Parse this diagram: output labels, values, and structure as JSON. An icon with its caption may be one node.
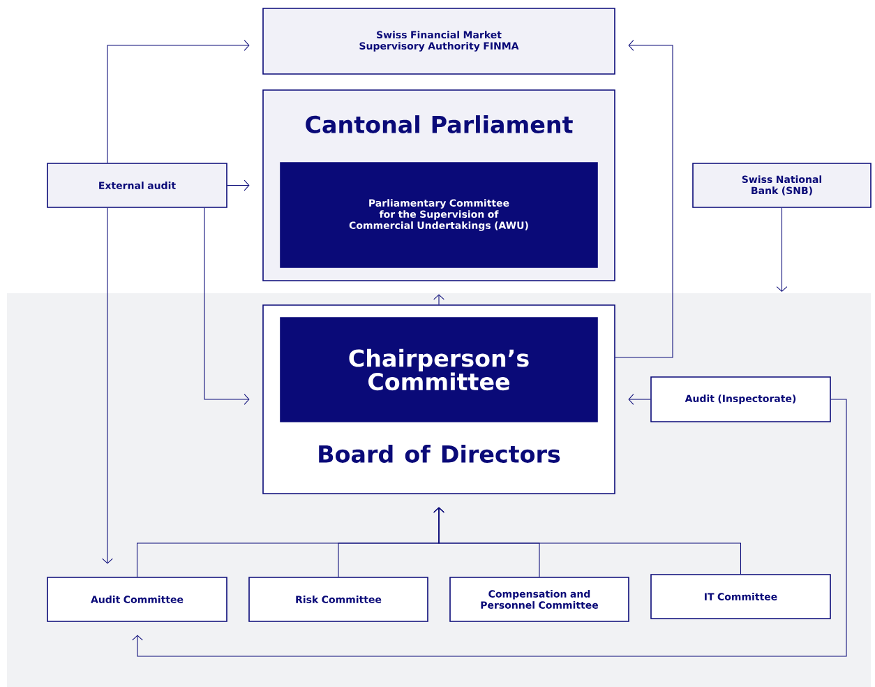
{
  "diagram": {
    "nodes": [
      {
        "text": [
          "Swiss Financial Market Supervisory Authority FINMA"
        ]
      },
      {
        "text": [
          "Cantonal Parliament"
        ]
      },
      {
        "text": [
          "Parliamentary Committee for the Supervision of Commercial Undertakings (AWU)"
        ],
        "in": 1
      },
      {
        "text": [
          "External audit"
        ]
      },
      {
        "text": [
          "Swiss National Bank (SNB)"
        ]
      },
      {
        "text": [
          "Board of Directors"
        ]
      },
      {
        "text": [
          "Chairperson’s Committee"
        ],
        "in": 5
      },
      {
        "text": [
          "Audit (Inspectorate)"
        ]
      },
      {
        "text": [
          "Audit Committee"
        ]
      },
      {
        "text": [
          "Risk Committee"
        ]
      },
      {
        "text": [
          "Compensation and Personnel Committee"
        ]
      },
      {
        "text": [
          "IT Committee"
        ]
      }
    ],
    "edges": [
      {
        "from": 3,
        "to": 0,
        "arrow": "to"
      },
      {
        "from": 3,
        "to": 1,
        "arrow": "to"
      },
      {
        "from": 3,
        "to": 5,
        "arrow": "to"
      },
      {
        "from": 3,
        "to": 8,
        "arrow": "to"
      },
      {
        "from": 5,
        "to": 0,
        "arrow": "to"
      },
      {
        "from": 4,
        "to": null,
        "arrow": "to"
      },
      {
        "from": 5,
        "to": 1,
        "arrow": "to"
      },
      {
        "from": 7,
        "to": 5,
        "arrow": "to"
      },
      {
        "from": 7,
        "to": 8,
        "arrow": "to"
      },
      {
        "from": 8,
        "to": 5,
        "arrow": "to"
      },
      {
        "from": 9,
        "to": 5,
        "arrow": "to"
      },
      {
        "from": 10,
        "to": 5,
        "arrow": "to"
      },
      {
        "from": 11,
        "to": 5,
        "arrow": "to"
      }
    ]
  }
}
